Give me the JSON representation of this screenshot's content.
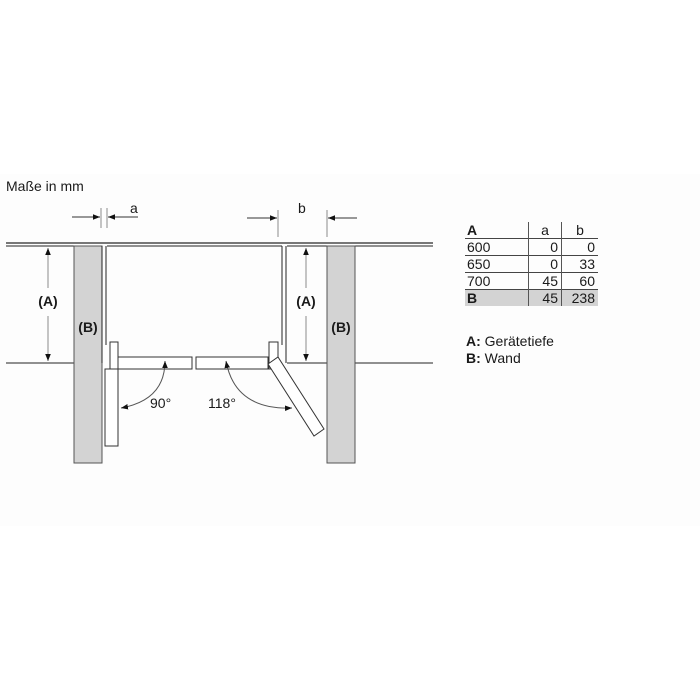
{
  "title": "Maße in mm",
  "dimension_labels": {
    "a": "a",
    "b": "b",
    "depth_left": "(A)",
    "depth_right": "(A)",
    "wall_left": "(B)",
    "wall_right": "(B)"
  },
  "angles": {
    "left_door": "90°",
    "right_door": "118°"
  },
  "table": {
    "headers": [
      "A",
      "a",
      "b"
    ],
    "rows": [
      {
        "A": "600",
        "a": "0",
        "b": "0",
        "highlight": false
      },
      {
        "A": "650",
        "a": "0",
        "b": "33",
        "highlight": false
      },
      {
        "A": "700",
        "a": "45",
        "b": "60",
        "highlight": false
      },
      {
        "A": "B",
        "a": "45",
        "b": "238",
        "highlight": true
      }
    ]
  },
  "legend": [
    {
      "key": "A:",
      "label": " Gerätetiefe"
    },
    {
      "key": "B:",
      "label": " Wand"
    }
  ],
  "colors": {
    "wall_fill": "#d3d3d3",
    "line": "#333333",
    "dim_line": "#8a8a8a",
    "highlight_row": "#d3d3d3"
  }
}
